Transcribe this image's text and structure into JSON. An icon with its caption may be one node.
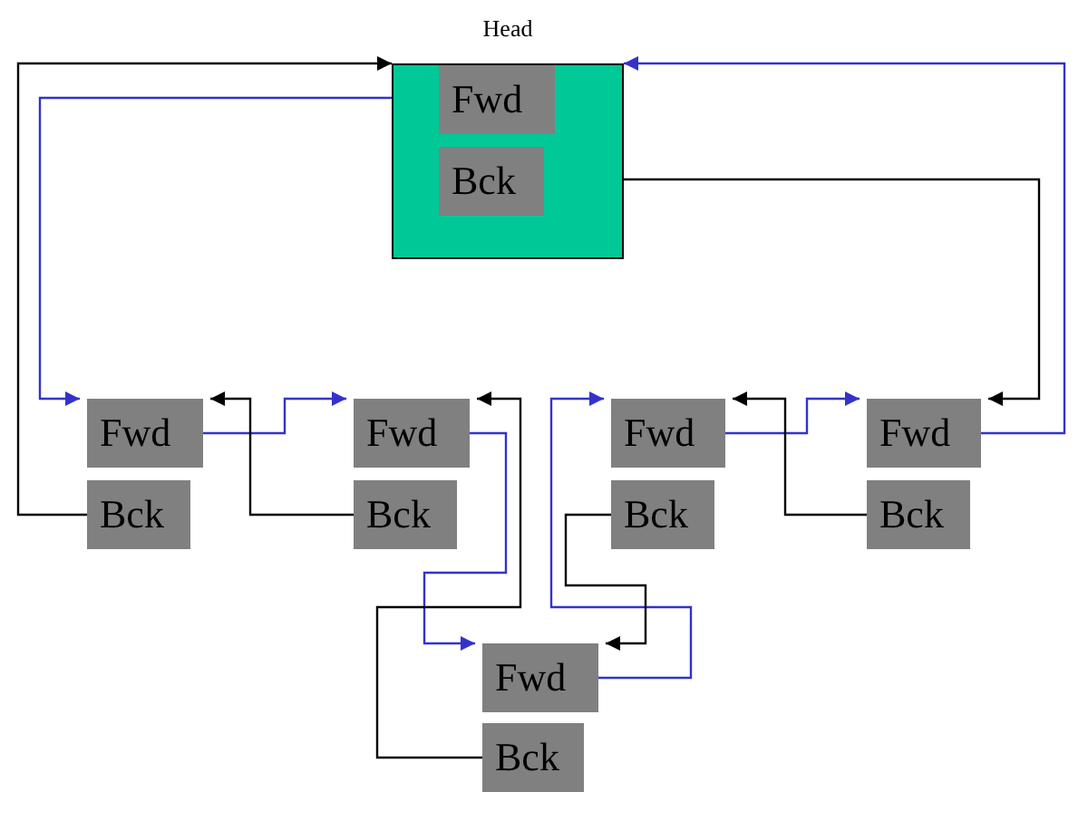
{
  "diagram": {
    "nodes": [
      {
        "text": [
          "Head"
        ]
      },
      {
        "text": [
          "Fwd"
        ],
        "in": 0
      },
      {
        "text": [
          "Bck"
        ],
        "in": 0
      },
      {
        "text": [
          "Fwd"
        ]
      },
      {
        "text": [
          "Bck"
        ]
      },
      {
        "text": [
          "Fwd"
        ]
      },
      {
        "text": [
          "Bck"
        ]
      },
      {
        "text": [
          "Fwd"
        ]
      },
      {
        "text": [
          "Bck"
        ]
      },
      {
        "text": [
          "Fwd"
        ]
      },
      {
        "text": [
          "Bck"
        ]
      },
      {
        "text": [
          "Fwd"
        ]
      },
      {
        "text": [
          "Bck"
        ]
      }
    ],
    "edges": [
      {
        "from": 1,
        "to": 3,
        "arrow": "to",
        "color": "#3333cc"
      },
      {
        "from": 3,
        "to": 5,
        "arrow": "to",
        "color": "#3333cc"
      },
      {
        "from": 5,
        "to": 11,
        "arrow": "to",
        "color": "#3333cc"
      },
      {
        "from": 11,
        "to": 7,
        "arrow": "to",
        "color": "#3333cc"
      },
      {
        "from": 7,
        "to": 9,
        "arrow": "to",
        "color": "#3333cc"
      },
      {
        "from": 9,
        "to": 0,
        "arrow": "to",
        "color": "#3333cc"
      },
      {
        "from": 2,
        "to": 9,
        "arrow": "to",
        "color": "#000000"
      },
      {
        "from": 10,
        "to": 7,
        "arrow": "to",
        "color": "#000000"
      },
      {
        "from": 8,
        "to": 11,
        "arrow": "to",
        "color": "#000000"
      },
      {
        "from": 12,
        "to": 5,
        "arrow": "to",
        "color": "#000000"
      },
      {
        "from": 6,
        "to": 3,
        "arrow": "to",
        "color": "#000000"
      },
      {
        "from": 4,
        "to": 0,
        "arrow": "to",
        "color": "#000000"
      }
    ]
  }
}
